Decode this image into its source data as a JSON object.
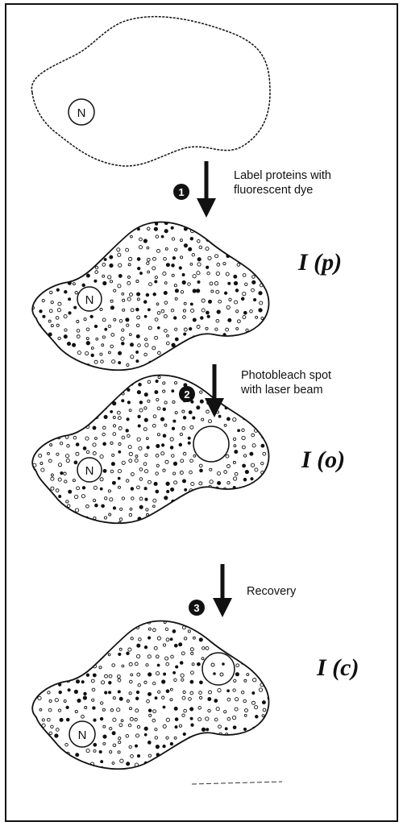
{
  "steps": [
    {
      "number": "1",
      "text_lines": [
        "Label proteins with",
        "fluorescent dye"
      ]
    },
    {
      "number": "2",
      "text_lines": [
        "Photobleach spot",
        "with laser beam"
      ]
    },
    {
      "number": "3",
      "text_lines": [
        "Recovery"
      ]
    }
  ],
  "state_labels": [
    "I (p)",
    "I (o)",
    "I (c)"
  ],
  "nucleus_label": "N",
  "colors": {
    "ink": "#111111",
    "paper": "#ffffff"
  }
}
